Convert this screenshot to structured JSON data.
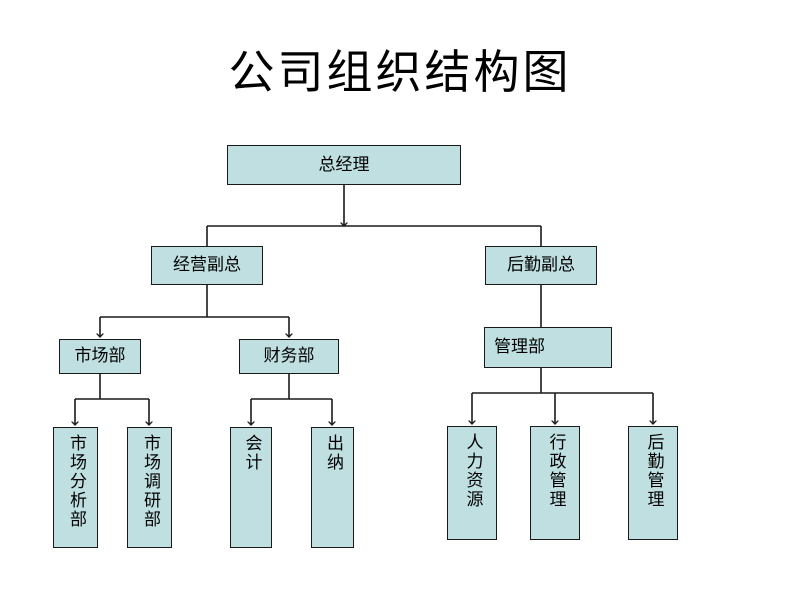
{
  "document": {
    "title": "公司组织结构图",
    "type": "organizational-chart",
    "background_color": "#ffffff"
  },
  "style": {
    "box_fill": "#bfdfe1",
    "box_border": "#1a1a1a",
    "connector_color": "#1a1a1a",
    "text_color": "#000000"
  },
  "nodes": {
    "general_manager": {
      "label": "总经理"
    },
    "vp_operations": {
      "label": "经营副总"
    },
    "vp_logistics": {
      "label": "后勤副总"
    },
    "marketing_dept": {
      "label": "市场部"
    },
    "finance_dept": {
      "label": "财务部"
    },
    "management_dept": {
      "label": "管理部"
    },
    "market_analysis": {
      "label": "市场分析部"
    },
    "market_research": {
      "label": "市场调研部"
    },
    "accounting": {
      "label": "会计"
    },
    "cashier": {
      "label": "出纳"
    },
    "human_resources": {
      "label": "人力资源"
    },
    "admin_management": {
      "label": "行政管理"
    },
    "logistics_management": {
      "label": "后勤管理"
    }
  },
  "hierarchy": {
    "root": "总经理",
    "level2": [
      "经营副总",
      "后勤副总"
    ],
    "level3": [
      "市场部",
      "财务部",
      "管理部"
    ],
    "level4": [
      "市场分析部",
      "市场调研部",
      "会计",
      "出纳",
      "人力资源",
      "行政管理",
      "后勤管理"
    ],
    "edges": [
      {
        "from": "总经理",
        "to": "经营副总"
      },
      {
        "from": "总经理",
        "to": "后勤副总"
      },
      {
        "from": "经营副总",
        "to": "市场部"
      },
      {
        "from": "经营副总",
        "to": "财务部"
      },
      {
        "from": "后勤副总",
        "to": "管理部"
      },
      {
        "from": "市场部",
        "to": "市场分析部"
      },
      {
        "from": "市场部",
        "to": "市场调研部"
      },
      {
        "from": "财务部",
        "to": "会计"
      },
      {
        "from": "财务部",
        "to": "出纳"
      },
      {
        "from": "管理部",
        "to": "人力资源"
      },
      {
        "from": "管理部",
        "to": "行政管理"
      },
      {
        "from": "管理部",
        "to": "后勤管理"
      }
    ]
  }
}
